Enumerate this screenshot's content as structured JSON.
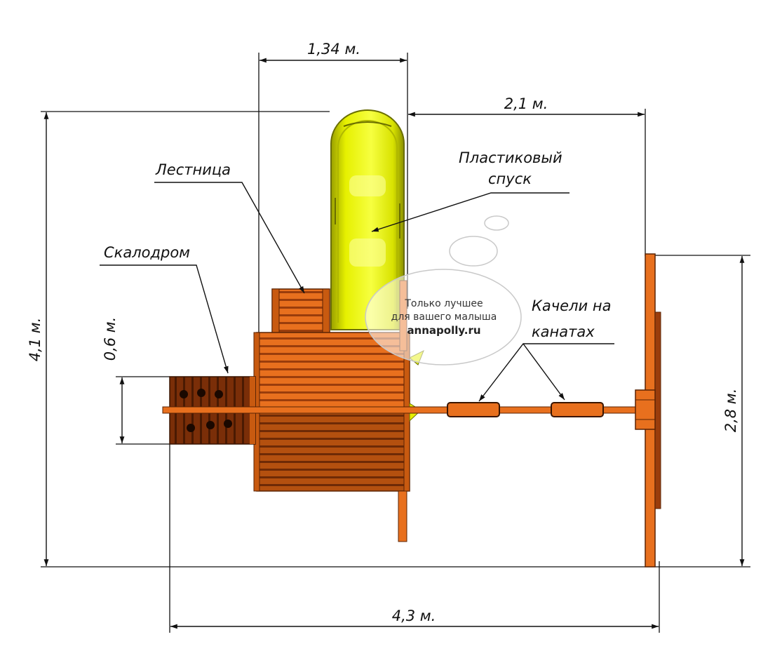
{
  "dimensions": {
    "top_width": "1,34 м.",
    "slide_to_swing": "2,1 м.",
    "total_height": "4,1 м.",
    "climber_depth": "0,6 м.",
    "swing_beam_length": "2,8 м.",
    "total_width": "4,3 м."
  },
  "labels": {
    "ladder": "Лестница",
    "slide_line1": "Пластиковый",
    "slide_line2": "спуск",
    "climbing_wall": "Скалодром",
    "swings_line1": "Качели на",
    "swings_line2": "канатах"
  },
  "watermark": {
    "line1": "Только лучшее",
    "line2": "для вашего малыша",
    "site": "annapolly.ru"
  },
  "colors": {
    "wood_orange": "#e8701e",
    "wood_dark": "#9a3d0c",
    "slide_yellow": "#e6f000",
    "line": "#111111"
  }
}
